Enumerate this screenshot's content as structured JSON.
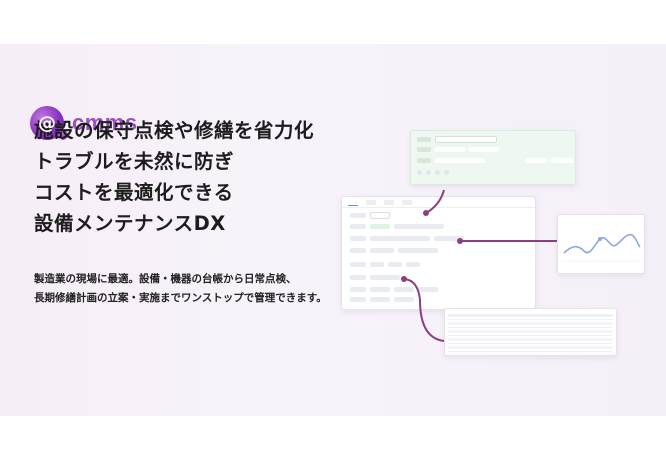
{
  "brand": {
    "name": "cmms",
    "accent": "#9b4fbf"
  },
  "headline": [
    "施設の保守点検や修繕を省力化",
    "トラブルを未然に防ぎ",
    "コストを最適化できる",
    "設備メンテナンスDX"
  ],
  "subcopy": [
    "製造業の現場に最適。設備・機器の台帳から日常点検、",
    "長期修繕計画の立案・実施までワンストップで管理できます。"
  ]
}
